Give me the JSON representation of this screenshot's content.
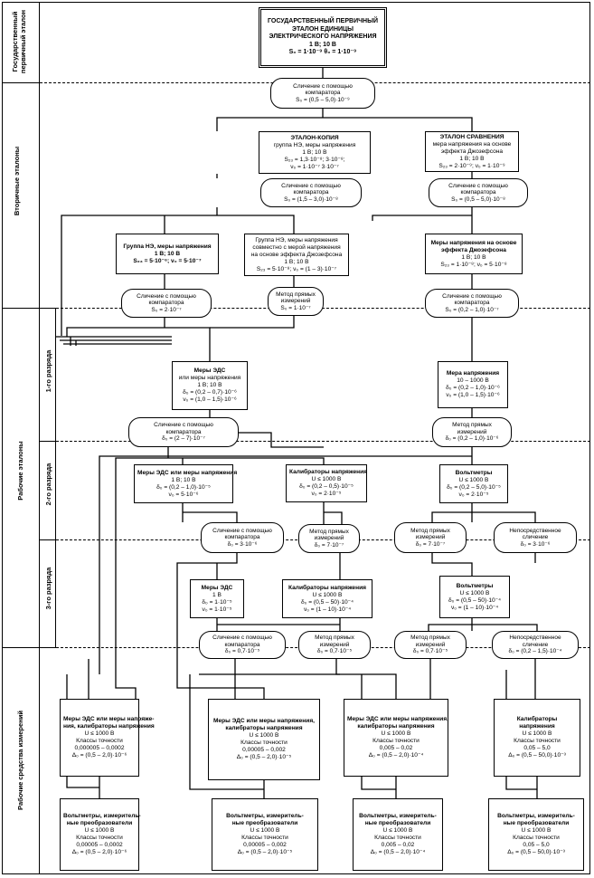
{
  "left_labels": {
    "state": "Государственный первичный эталон",
    "secondary": "Вторичные эталоны",
    "working": "Рабочие эталоны",
    "rank1": "1-го разряда",
    "rank2": "2-го разряда",
    "rank3": "3-го разряда",
    "instruments": "Рабочие средства измерений"
  },
  "primary": {
    "l1": "ГОСУДАРСТВЕННЫЙ ПЕРВИЧНЫЙ",
    "l2": "ЭТАЛОН ЕДИНИЦЫ",
    "l3": "ЭЛЕКТРИЧЕСКОГО НАПРЯЖЕНИЯ",
    "l4": "1 В; 10 В",
    "l5": "S₀ = 1·10⁻⁹          θ₀ = 1·10⁻⁹"
  },
  "c1": {
    "l1": "Сличение с помощью",
    "l2": "компаратора",
    "l3": "S₀ = (0,5 – 5,0)·10⁻⁹"
  },
  "copy": {
    "l1": "ЭТАЛОН-КОПИЯ",
    "l2": "группа НЭ, меры напряжения",
    "l3": "1 В;                        10 В",
    "l4": "S₂₃ = 1,3·10⁻⁸;         3·10⁻⁸;",
    "l5": "ν₀ = 1·10⁻⁷              3·10⁻⁷"
  },
  "compare": {
    "l1": "ЭТАЛОН СРАВНЕНИЯ",
    "l2": "мера напряжения на основе",
    "l3": "эффекта Джозефсона",
    "l4": "1 В; 10 В",
    "l5": "S₂₃ = 2·10⁻⁹;   ν₀ = 1·10⁻⁹"
  },
  "c2a": {
    "l1": "Сличение с помощью",
    "l2": "компаратора",
    "l3": "S₀ = (1,5 – 3,0)·10⁻⁸"
  },
  "c2b": {
    "l1": "Сличение с помощью",
    "l2": "компаратора",
    "l3": "S₀ = (0,5 – 5,0)·10⁻⁸"
  },
  "sec1": {
    "l1": "Группа НЭ, меры напряжения",
    "l2": "1 В; 10 В",
    "l3": "S₂₃ = 5·10⁻⁶;  ν₀ = 5·10⁻⁷"
  },
  "sec2": {
    "l1": "Группа НЭ, меры напряжения",
    "l2": "совместно с мерой напряжения",
    "l3": "на основе эффекта Джозефсона",
    "l4": "1 В; 10 В",
    "l5": "S₂₃ = 5·10⁻⁸;  ν₀ = (1 – 3)·10⁻⁷"
  },
  "sec3": {
    "l1": "Меры напряжения на основе",
    "l2": "эффекта Джозефсона",
    "l3": "1 В; 10 В",
    "l4": "S₂₃ = 1·10⁻⁸;  ν₀ = 5·10⁻⁸"
  },
  "c3a": {
    "l1": "Сличение с помощью",
    "l2": "компаратора",
    "l3": "S₀ = 2·10⁻⁷"
  },
  "c3b": {
    "l1": "Метод прямых",
    "l2": "измерений",
    "l3": "S₀ = 1·10⁻⁷"
  },
  "c3c": {
    "l1": "Сличение с помощью",
    "l2": "компаратора",
    "l3": "S₀ = (0,2 – 1,0)·10⁻⁷"
  },
  "r1a": {
    "l1": "Меры ЭДС",
    "l2": "или меры напряжения",
    "l3": "1 В; 10 В",
    "l4": "δ₀ = (0,2 – 0,7)·10⁻⁶",
    "l5": "ν₀ = (1,0 – 1,5)·10⁻⁶"
  },
  "r1b": {
    "l1": "Мера напряжения",
    "l2": "10 – 1000 В",
    "l3": "δ₀ = (0,2 – 1,0)·10⁻⁶",
    "l4": "ν₀ = (1,0 – 1,5)·10⁻⁶"
  },
  "c4a": {
    "l1": "Сличение с помощью",
    "l2": "компаратора",
    "l3": "δ₀ = (2 – 7)·10⁻⁷"
  },
  "c4b": {
    "l1": "Метод прямых",
    "l2": "измерений",
    "l3": "δ₀ = (0,2 – 1,0)·10⁻⁶"
  },
  "r2a": {
    "l1": "Меры ЭДС или меры напряжения",
    "l2": "1 В; 10 В",
    "l3": "δ₀ = (0,2 – 1,0)·10⁻⁵",
    "l4": "ν₀ = 5·10⁻⁶"
  },
  "r2b": {
    "l1": "Калибраторы напряжения",
    "l2": "U ≤ 1000 В",
    "l3": "δ₀ = (0,2 – 0,5)·10⁻⁵",
    "l4": "ν₀ = 2·10⁻⁵"
  },
  "r2c": {
    "l1": "Вольтметры",
    "l2": "U ≤ 1000 В",
    "l3": "δ₀ = (0,2 – 5,0)·10⁻⁵",
    "l4": "ν₀ = 2·10⁻⁵"
  },
  "c5a": {
    "l1": "Сличение с помощью",
    "l2": "компаратора",
    "l3": "δ₀ = 3·10⁻⁶"
  },
  "c5b": {
    "l1": "Метод прямых",
    "l2": "измерений",
    "l3": "δ₀ = 7·10⁻⁷"
  },
  "c5c": {
    "l1": "Метод прямых",
    "l2": "измерений",
    "l3": "δ₀ = 7·10⁻⁷"
  },
  "c5d": {
    "l1": "Непосредственное",
    "l2": "сличение",
    "l3": "δ₀ = 3·10⁻⁶"
  },
  "r3a": {
    "l1": "Меры ЭДС",
    "l2": "1 В",
    "l3": "δ₀ = 1·10⁻⁵",
    "l4": "ν₀ = 1·10⁻⁵"
  },
  "r3b": {
    "l1": "Калибраторы напряжения",
    "l2": "U ≤ 1000 В",
    "l3": "δ₀ = (0,5 – 50)·10⁻⁴",
    "l4": "ν₀ = (1 – 10)·10⁻⁴"
  },
  "r3c": {
    "l1": "Вольтметры",
    "l2": "U ≤ 1000 В",
    "l3": "δ₀ = (0,5 – 50)·10⁻⁴",
    "l4": "ν₀ = (1 – 10)·10⁻⁴"
  },
  "c6a": {
    "l1": "Сличение с помощью",
    "l2": "компаратора",
    "l3": "δ₀ = 0,7·10⁻⁵"
  },
  "c6b": {
    "l1": "Метод прямых",
    "l2": "измерений",
    "l3": "δ₀ = 0,7·10⁻⁵"
  },
  "c6c": {
    "l1": "Метод прямых",
    "l2": "измерений",
    "l3": "δ₀ = 0,7·10⁻⁵"
  },
  "c6d": {
    "l1": "Непосредственное",
    "l2": "сличение",
    "l3": "δ₀ = (0,2 – 1,5)·10⁻⁴"
  },
  "w1": {
    "l1": "Меры ЭДС или меры напряже-",
    "l2": "ния, калибраторы напряжения",
    "l3": "U ≤ 1000 В",
    "l4": "Классы точности",
    "l5": "0,000005 – 0,0002",
    "l6": "Δ₀ = (0,5 – 2,0)·10⁻⁶"
  },
  "w2": {
    "l1": "Меры ЭДС или меры напряжения,",
    "l2": "калибраторы напряжения",
    "l3": "U ≤ 1000 В",
    "l4": "Классы точности",
    "l5": "0,00005 – 0,002",
    "l6": "Δ₀ = (0,5 – 2,0)·10⁻⁵"
  },
  "w3": {
    "l1": "Меры ЭДС или меры напряжения,",
    "l2": "калибраторы напряжения",
    "l3": "U ≤ 1000 В",
    "l4": "Классы точности",
    "l5": "0,005 – 0,02",
    "l6": "Δ₀ = (0,5 – 2,0)·10⁻⁴"
  },
  "w4": {
    "l1": "Калибраторы",
    "l2": "напряжения",
    "l3": "U ≤ 1000 В",
    "l4": "Классы точности",
    "l5": "0,05 – 5,0",
    "l6": "Δ₀ = (0,5 – 50,0)·10⁻³"
  },
  "v1": {
    "l1": "Вольтметры, измеритель-",
    "l2": "ные преобразователи",
    "l3": "U ≤ 1000 В",
    "l4": "Классы точности",
    "l5": "0,00005 – 0,0002",
    "l6": "Δ₀ = (0,5 – 2,0)·10⁻⁶"
  },
  "v2": {
    "l1": "Вольтметры, измеритель-",
    "l2": "ные преобразователи",
    "l3": "U ≤ 1000 В",
    "l4": "Классы точности",
    "l5": "0,00005 – 0,002",
    "l6": "Δ₀ = (0,5 – 2,0)·10⁻⁵"
  },
  "v3": {
    "l1": "Вольтметры, измеритель-",
    "l2": "ные преобразователи",
    "l3": "U ≤ 1000 В",
    "l4": "Классы точности",
    "l5": "0,005 – 0,02",
    "l6": "Δ₀ = (0,5 – 2,0)·10⁻⁴"
  },
  "v4": {
    "l1": "Вольтметры, измеритель-",
    "l2": "ные преобразователи",
    "l3": "U ≤ 1000 В",
    "l4": "Классы точности",
    "l5": "0,05 – 5,0",
    "l6": "Δ₀ = (0,5 – 50,0)·10⁻³"
  }
}
